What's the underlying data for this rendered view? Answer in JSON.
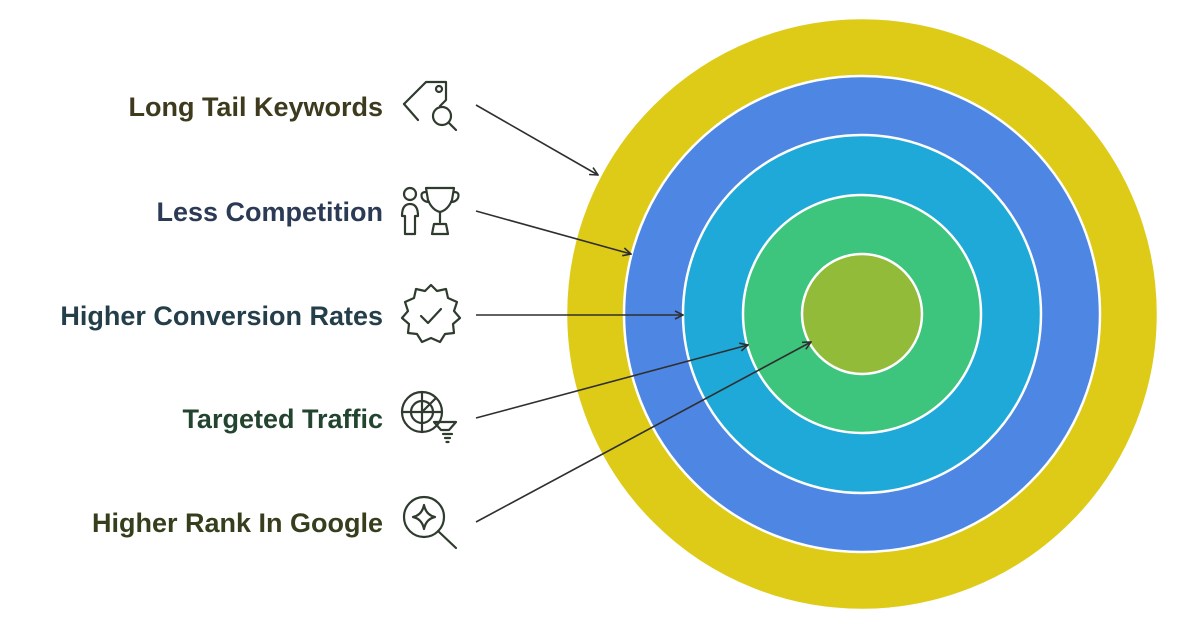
{
  "diagram": {
    "items": [
      {
        "label": "Long Tail Keywords",
        "icon": "tag-search-icon",
        "ring_color": "#DDCB17",
        "label_color": "#3D3A1E"
      },
      {
        "label": "Less Competition",
        "icon": "person-trophy-icon",
        "ring_color": "#4E86E3",
        "label_color": "#2B3A55"
      },
      {
        "label": "Higher Conversion Rates",
        "icon": "check-badge-icon",
        "ring_color": "#1EA9D8",
        "label_color": "#243E4A"
      },
      {
        "label": "Targeted Traffic",
        "icon": "radar-funnel-icon",
        "ring_color": "#3DC47D",
        "label_color": "#23452F"
      },
      {
        "label": "Higher Rank In Google",
        "icon": "sparkle-search-icon",
        "ring_color": "#93BB3A",
        "label_color": "#353F1E"
      }
    ],
    "ring_border_color": "#FFFFFF",
    "arrow_color": "#2F2F2F"
  }
}
